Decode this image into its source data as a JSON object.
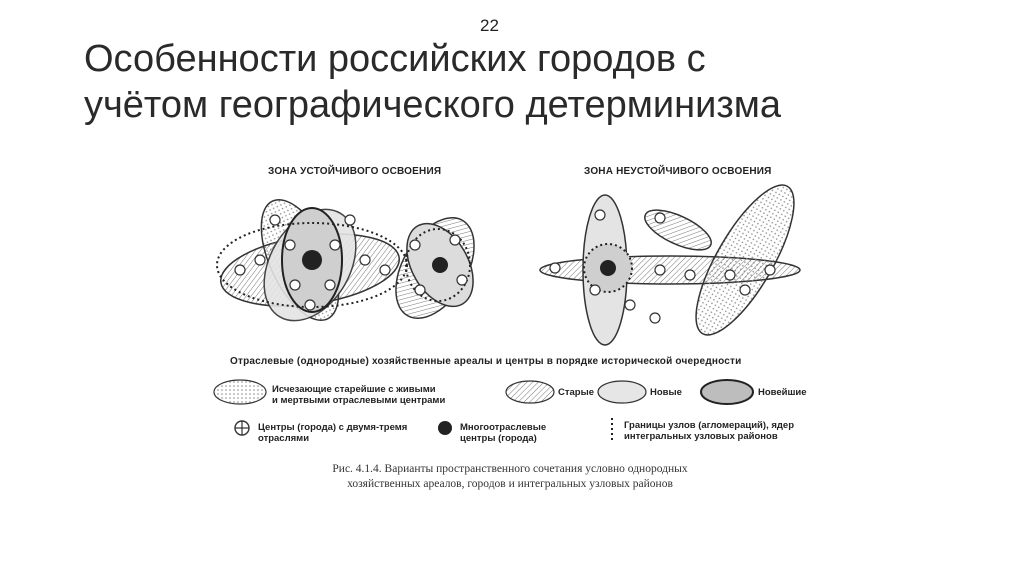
{
  "slide": {
    "number": "22",
    "title_line1": "Особенности российских городов с",
    "title_line2": "учётом географического детерминизма"
  },
  "diagram": {
    "zone_stable": "ЗОНА УСТОЙЧИВОГО ОСВОЕНИЯ",
    "zone_unstable": "ЗОНА НЕУСТОЙЧИВОГО ОСВОЕНИЯ",
    "legend_heading": "Отраслевые (однородные) хозяйственные ареалы и центры в порядке исторической очередности",
    "legend": {
      "dying_line1": "Исчезающие старейшие с живыми",
      "dying_line2": "и мертвыми отраслевыми центрами",
      "old": "Старые",
      "new": "Новые",
      "newest": "Новейшие",
      "centers_line1": "Центры (города) с двумя-тремя",
      "centers_line2": "отраслями",
      "multi_line1": "Многоотраслевые",
      "multi_line2": "центры (города)",
      "borders_line1": "Границы узлов (агломераций), ядер",
      "borders_line2": "интегральных узловых районов"
    },
    "caption_line1": "Рис. 4.1.4. Варианты пространственного сочетания условно однородных",
    "caption_line2": "хозяйственных ареалов, городов и интегральных узловых районов"
  }
}
